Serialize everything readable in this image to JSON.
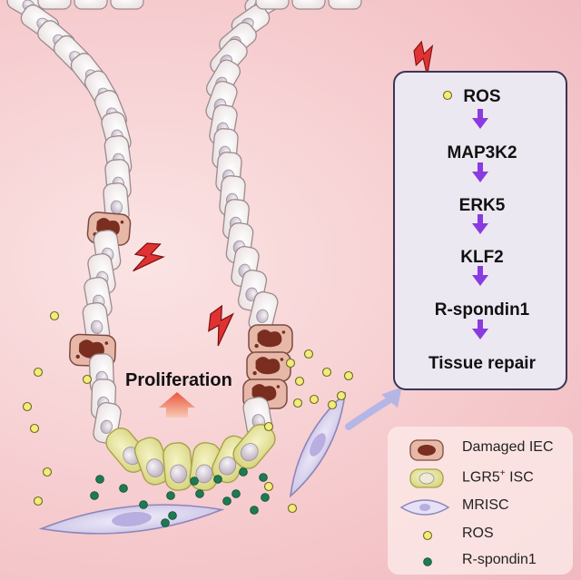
{
  "diagram": {
    "proliferation_label": "Proliferation",
    "pathway_steps": [
      "ROS",
      "MAP3K2",
      "ERK5",
      "KLF2",
      "R-spondin1",
      "Tissue repair"
    ],
    "legend": {
      "damaged_iec": "Damaged  IEC",
      "lgr5_isc_main": "LGR5",
      "lgr5_isc_sup": "+",
      "lgr5_isc_rest": " ISC",
      "mrisc": "MRISC",
      "ros": "ROS",
      "rspondin1": "R-spondin1"
    },
    "colors": {
      "background": "#f6cccf",
      "epithelial_cell": "#f4eeee",
      "damaged_cell": "#7a2e1f",
      "isc_cell": "#e8e6a0",
      "mrisc_cell": "#d8d2ee",
      "ros_dot": "#f2ec7a",
      "rspondin_dot": "#1e7a52",
      "arrow_purple": "#8a3be0",
      "lightning": "#e03232"
    }
  }
}
